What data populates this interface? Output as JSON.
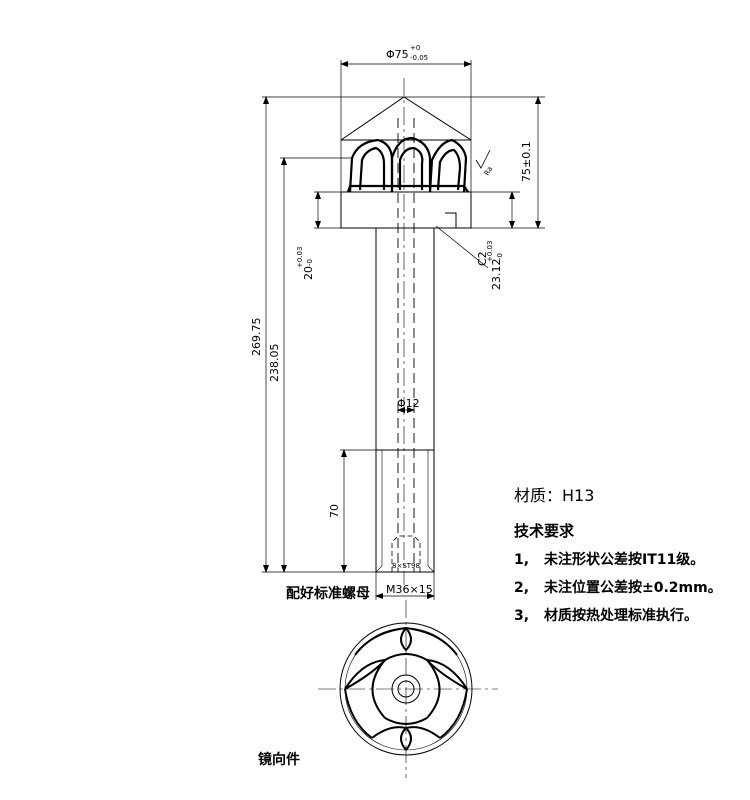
{
  "dimensions": {
    "top_diameter": "Φ75",
    "top_diameter_tol_upper": "+0",
    "top_diameter_tol_lower": "-0.05",
    "head_height": "75±0.1",
    "total_length": "269.75",
    "length_238": "238.05",
    "len_20": "20",
    "len_20_tol_upper": "+0.03",
    "len_20_tol_lower": "-0",
    "len_23": "23.12",
    "len_23_tol_upper": "+0.03",
    "len_23_tol_lower": "-0",
    "chamfer": "C2",
    "roughness": "Ra",
    "bore": "Φ12",
    "thread_length": "70",
    "thread": "M36×15",
    "thread_hole": "8×ST98"
  },
  "labels": {
    "nut": "配好标准螺母",
    "mirror": "镜向件"
  },
  "notes": {
    "material": "材质：H13",
    "requirements_title": "技术要求",
    "items": [
      {
        "num": "1,",
        "text": "未注形状公差按IT11级。"
      },
      {
        "num": "2,",
        "text": "未注位置公差按±0.2mm。"
      },
      {
        "num": "3,",
        "text": "材质按热处理标准执行。"
      }
    ]
  }
}
